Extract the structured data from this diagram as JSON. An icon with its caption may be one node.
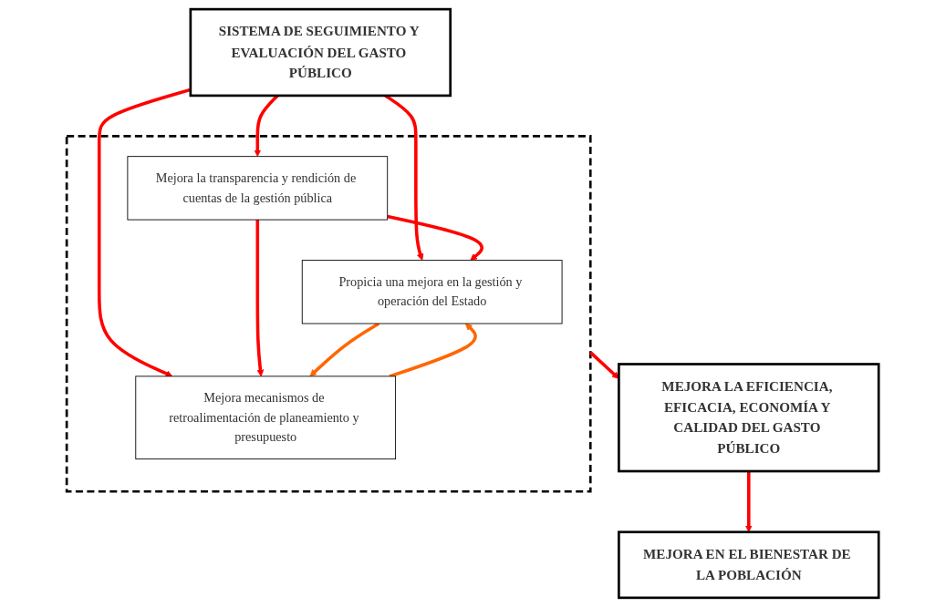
{
  "diagram": {
    "nodes": [
      {
        "text": [
          "SISTEMA DE SEGUIMIENTO Y EVALUACIÓN DEL GASTO PÚBLICO"
        ]
      },
      {
        "text": [],
        "shape": "box"
      },
      {
        "text": [
          "Propicia una mejora en la gestión y operación del Estado"
        ],
        "in": 1
      },
      {
        "text": [
          "Mejora la transparencia y rendición de cuentas de la gestión pública"
        ],
        "in": 1
      },
      {
        "text": [
          "Mejora mecanismos de retroalimentación de planeamiento y presupuesto"
        ],
        "in": 1
      },
      {
        "text": [
          "MEJORA LA EFICIENCIA, EFICACIA, ECONOMÍA Y CALIDAD DEL GASTO PÚBLICO"
        ]
      },
      {
        "text": [
          "MEJORA EN EL BIENESTAR DE LA POBLACIÓN"
        ]
      }
    ],
    "edges": [
      {
        "from": 0,
        "to": 2,
        "arrow": "to"
      },
      {
        "from": 0,
        "to": 3,
        "arrow": "to"
      },
      {
        "from": 0,
        "to": 4,
        "arrow": "to"
      },
      {
        "from": 3,
        "to": 2,
        "arrow": "to"
      },
      {
        "from": 3,
        "to": 4,
        "arrow": "to"
      },
      {
        "from": 4,
        "to": 2,
        "arrow": "to",
        "color": "#ff6600"
      },
      {
        "from": 2,
        "to": 4,
        "arrow": "to",
        "color": "#ff6600"
      },
      {
        "from": 1,
        "to": 5,
        "arrow": "to"
      },
      {
        "from": 5,
        "to": 6,
        "arrow": "to"
      }
    ]
  }
}
